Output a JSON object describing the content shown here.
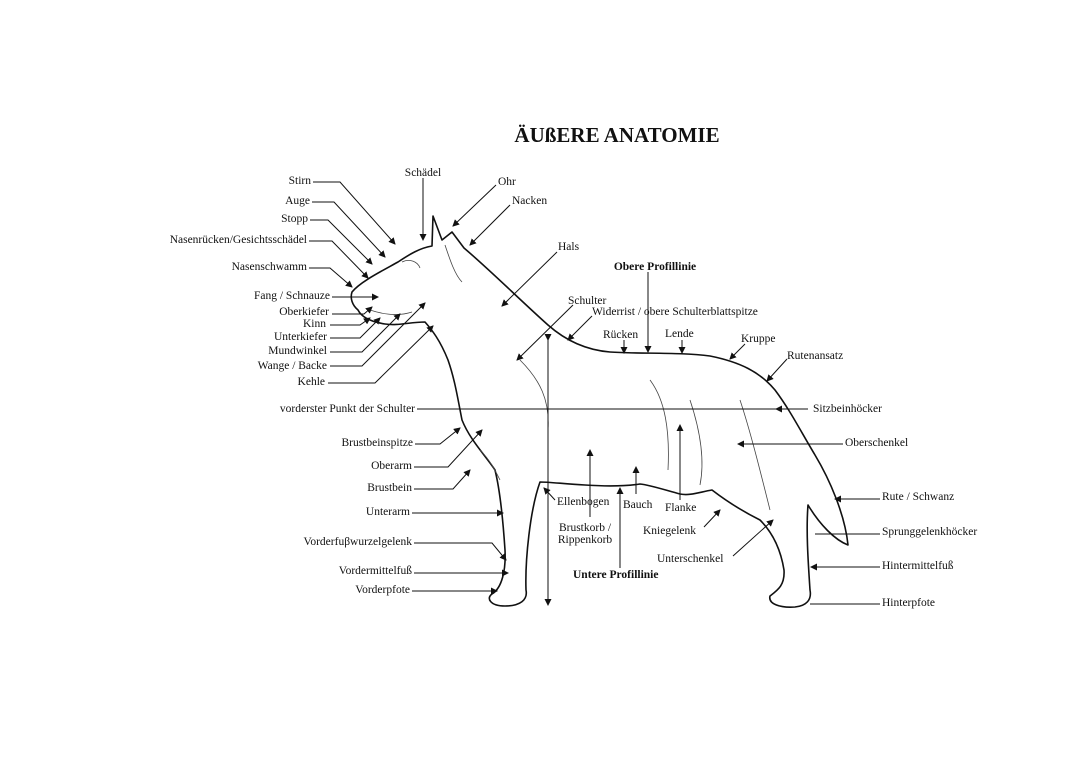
{
  "title": "ÄUßERE ANATOMIE",
  "labels": {
    "stirn": "Stirn",
    "auge": "Auge",
    "stopp": "Stopp",
    "nasenruecken": "Nasenrücken/Gesichtsschädel",
    "nasenschwamm": "Nasenschwamm",
    "fang": "Fang / Schnauze",
    "oberkiefer": "Oberkiefer",
    "kinn": "Kinn",
    "unterkiefer": "Unterkiefer",
    "mundwinkel": "Mundwinkel",
    "wange": "Wange / Backe",
    "kehle": "Kehle",
    "schaedel": "Schädel",
    "ohr": "Ohr",
    "nacken": "Nacken",
    "hals": "Hals",
    "obere_profillinie": "Obere Profillinie",
    "schulter": "Schulter",
    "widerrist": "Widerrist / obere Schulterblattspitze",
    "ruecken": "Rücken",
    "lende": "Lende",
    "kruppe": "Kruppe",
    "rutenansatz": "Rutenansatz",
    "vorderster_punkt": "vorderster Punkt der Schulter",
    "sitzbeinhoecker": "Sitzbeinhöcker",
    "brustbeinspitze": "Brustbeinspitze",
    "oberarm": "Oberarm",
    "brustbein": "Brustbein",
    "unterarm": "Unterarm",
    "vorderfusswurzelgelenk": "Vorderfuβwurzelgelenk",
    "vordermittelfuss": "Vordermittelfuß",
    "vorderpfote": "Vorderpfote",
    "ellenbogen": "Ellenbogen",
    "bauch": "Bauch",
    "flanke": "Flanke",
    "brustkorb_1": "Brustkorb /",
    "brustkorb_2": "Rippenkorb",
    "kniegelenk": "Kniegelenk",
    "unterschenkel": "Unterschenkel",
    "untere_profillinie": "Untere Profillinie",
    "oberschenkel": "Oberschenkel",
    "rute": "Rute / Schwanz",
    "sprunggelenkhoecker": "Sprunggelenkhöcker",
    "hintermittelfuss": "Hintermittelfuß",
    "hinterpfote": "Hinterpfote"
  }
}
